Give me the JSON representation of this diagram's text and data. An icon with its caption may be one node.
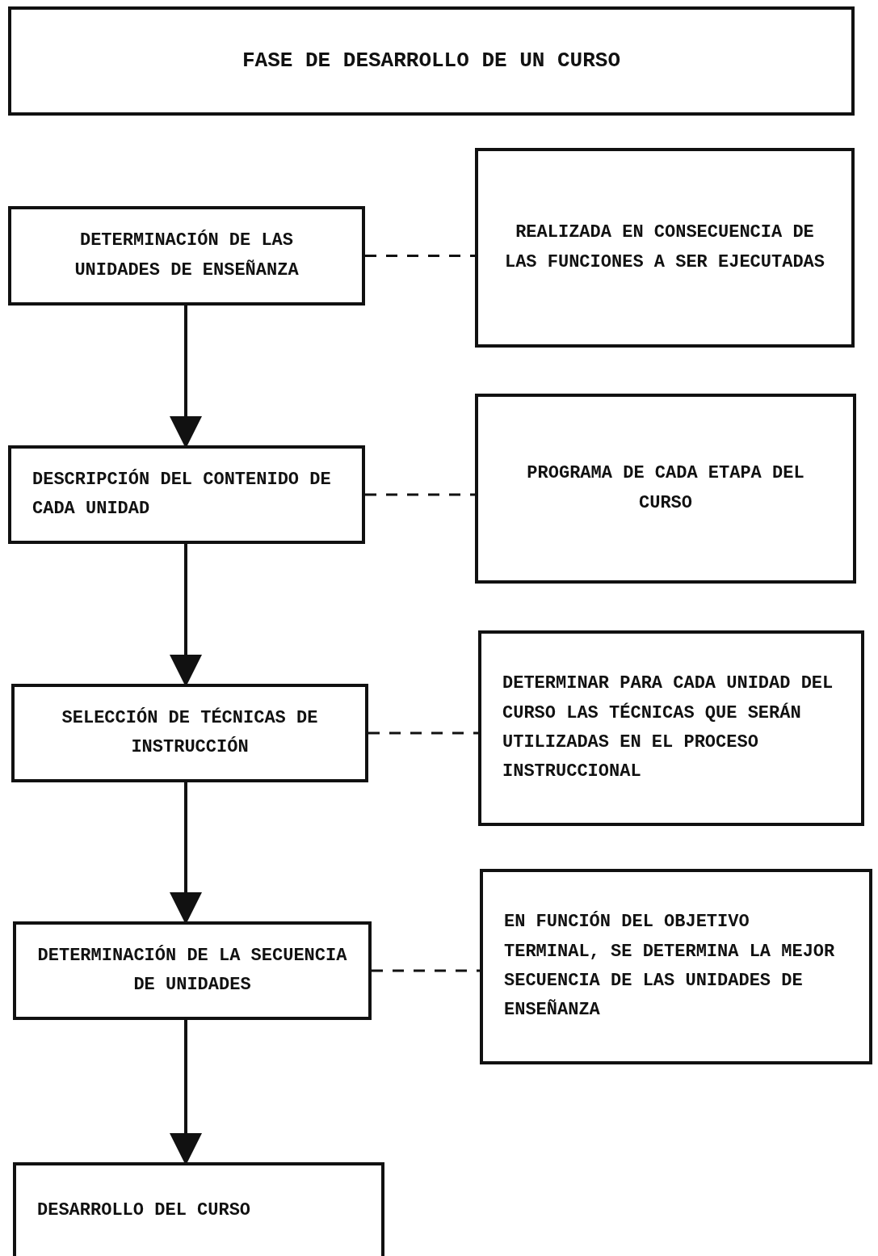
{
  "diagram": {
    "nodes": [
      {
        "text": [
          "FASE DE DESARROLLO DE UN CURSO"
        ]
      },
      {
        "text": [
          "DETERMINACIÓN DE LAS UNIDADES DE ENSEÑANZA"
        ]
      },
      {
        "text": [
          "REALIZADA EN CONSECUENCIA DE LAS FUNCIONES A SER EJECUTADAS"
        ]
      },
      {
        "text": [
          "DESCRIPCIÓN DEL CONTENIDO DE CADA UNIDAD"
        ]
      },
      {
        "text": [
          "PROGRAMA DE CADA ETAPA DEL CURSO"
        ]
      },
      {
        "text": [
          "SELECCIÓN DE TÉCNICAS DE INSTRUCCIÓN"
        ]
      },
      {
        "text": [
          "DETERMINAR PARA CADA UNIDAD DEL CURSO LAS TÉCNICAS QUE SERÁN UTILIZADAS EN EL PROCESO INSTRUCCIONAL"
        ]
      },
      {
        "text": [
          "DETERMINACIÓN DE LA SECUENCIA DE UNIDADES"
        ]
      },
      {
        "text": [
          "EN FUNCIÓN DEL OBJETIVO TERMINAL, SE DETERMINA LA MEJOR SECUENCIA DE LAS UNIDADES DE ENSEÑANZA"
        ]
      },
      {
        "text": [
          "DESARROLLO DEL CURSO"
        ]
      }
    ],
    "edges": [
      {
        "from": 1,
        "to": 3,
        "arrow": "to"
      },
      {
        "from": 1,
        "to": 2,
        "arrow": "none",
        "style": "dashed"
      },
      {
        "from": 3,
        "to": 5,
        "arrow": "to"
      },
      {
        "from": 3,
        "to": 4,
        "arrow": "none",
        "style": "dashed"
      },
      {
        "from": 5,
        "to": 7,
        "arrow": "to"
      },
      {
        "from": 5,
        "to": 6,
        "arrow": "none",
        "style": "dashed"
      },
      {
        "from": 7,
        "to": 9,
        "arrow": "to"
      },
      {
        "from": 7,
        "to": 8,
        "arrow": "none",
        "style": "dashed"
      }
    ]
  }
}
